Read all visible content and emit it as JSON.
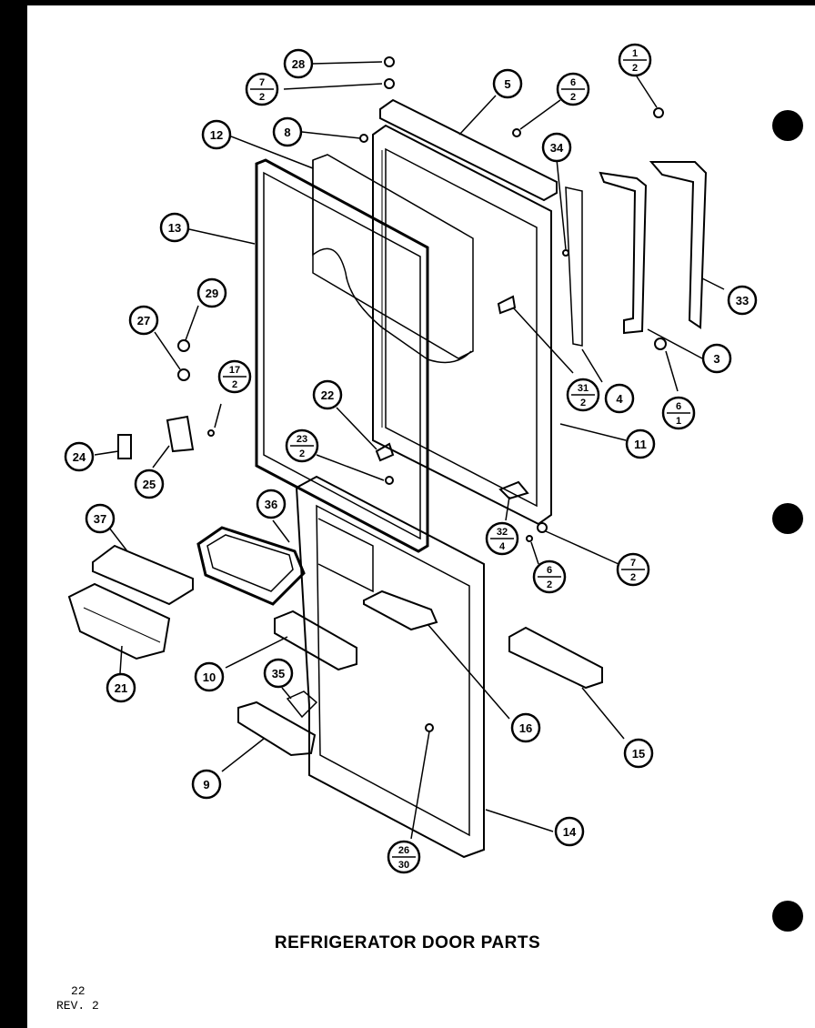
{
  "title": "REFRIGERATOR DOOR PARTS",
  "page_number": "22",
  "revision": "REV. 2",
  "callouts": [
    {
      "id": "28",
      "text": "28"
    },
    {
      "id": "7-2-top",
      "num": "7",
      "den": "2"
    },
    {
      "id": "8",
      "text": "8"
    },
    {
      "id": "12",
      "text": "12"
    },
    {
      "id": "5",
      "text": "5"
    },
    {
      "id": "6-2-top",
      "num": "6",
      "den": "2"
    },
    {
      "id": "34",
      "text": "34"
    },
    {
      "id": "1-2",
      "num": "1",
      "den": "2"
    },
    {
      "id": "13",
      "text": "13"
    },
    {
      "id": "29",
      "text": "29"
    },
    {
      "id": "27",
      "text": "27"
    },
    {
      "id": "17-2",
      "num": "17",
      "den": "2"
    },
    {
      "id": "22",
      "text": "22"
    },
    {
      "id": "31-2",
      "num": "31",
      "den": "2"
    },
    {
      "id": "4",
      "text": "4"
    },
    {
      "id": "3",
      "text": "3"
    },
    {
      "id": "33",
      "text": "33"
    },
    {
      "id": "6-1",
      "num": "6",
      "den": "1"
    },
    {
      "id": "11",
      "text": "11"
    },
    {
      "id": "24",
      "text": "24"
    },
    {
      "id": "25",
      "text": "25"
    },
    {
      "id": "23-2",
      "num": "23",
      "den": "2"
    },
    {
      "id": "36",
      "text": "36"
    },
    {
      "id": "37",
      "text": "37"
    },
    {
      "id": "32-4",
      "num": "32",
      "den": "4"
    },
    {
      "id": "6-2-bottom",
      "num": "6",
      "den": "2"
    },
    {
      "id": "7-2-bottom",
      "num": "7",
      "den": "2"
    },
    {
      "id": "21",
      "text": "21"
    },
    {
      "id": "10",
      "text": "10"
    },
    {
      "id": "35",
      "text": "35"
    },
    {
      "id": "16",
      "text": "16"
    },
    {
      "id": "15",
      "text": "15"
    },
    {
      "id": "9",
      "text": "9"
    },
    {
      "id": "14",
      "text": "14"
    },
    {
      "id": "26-30",
      "num": "26",
      "den": "30"
    }
  ]
}
